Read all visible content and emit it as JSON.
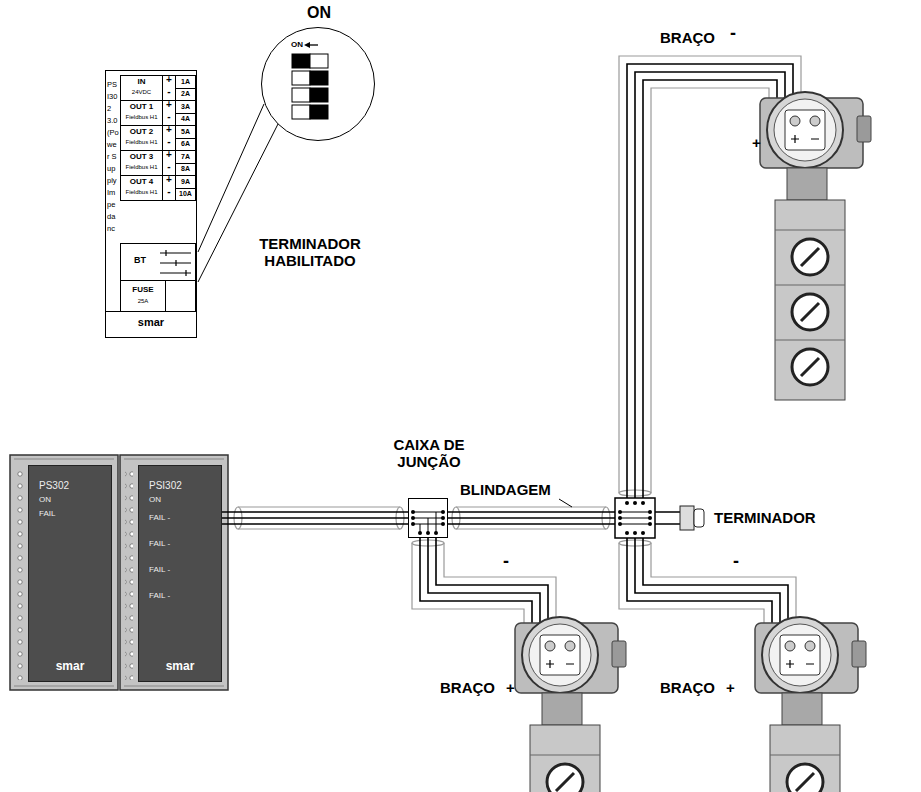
{
  "diagram": {
    "nodes": [
      {
        "text": [
          "ON",
          "ON"
        ]
      },
      {
        "text": [
          "PSI302 3.0 (Power Supply Impedanc",
          "smar"
        ]
      },
      {
        "text": [
          "IN",
          "24VDC",
          "+",
          "-",
          "1A",
          "2A"
        ],
        "in": 1
      },
      {
        "text": [
          "OUT 1",
          "Fieldbus H1",
          "+",
          "-",
          "3A",
          "4A"
        ],
        "in": 1
      },
      {
        "text": [
          "OUT 2",
          "Fieldbus H1",
          "+",
          "-",
          "5A",
          "6A"
        ],
        "in": 1
      },
      {
        "text": [
          "OUT 3",
          "Fieldbus H1",
          "+",
          "-",
          "7A",
          "8A"
        ],
        "in": 1
      },
      {
        "text": [
          "OUT 4",
          "Fieldbus H1",
          "+",
          "-",
          "9A",
          "10A"
        ],
        "in": 1
      },
      {
        "text": [
          "BT"
        ],
        "in": 1
      },
      {
        "text": [
          "FUSE",
          "25A"
        ],
        "in": 1
      },
      {
        "text": [
          "PS302",
          "ON",
          "FAIL",
          "smar"
        ]
      },
      {
        "text": [
          "PSI302",
          "ON",
          "FAIL -",
          "FAIL -",
          "FAIL -",
          "FAIL -",
          "smar"
        ]
      },
      {
        "text": [
          "CAIXA DE JUNÇÃO"
        ]
      }
    ],
    "edges": [
      {
        "from": 10,
        "to": 11,
        "arrow": "none"
      }
    ],
    "labels": [
      "BRAÇO",
      "-",
      "+",
      "TERMINADOR HABILITADO",
      "BLINDAGEM",
      "TERMINADOR",
      "-",
      "-",
      "BRAÇO",
      "+",
      "BRAÇO",
      "+"
    ]
  }
}
